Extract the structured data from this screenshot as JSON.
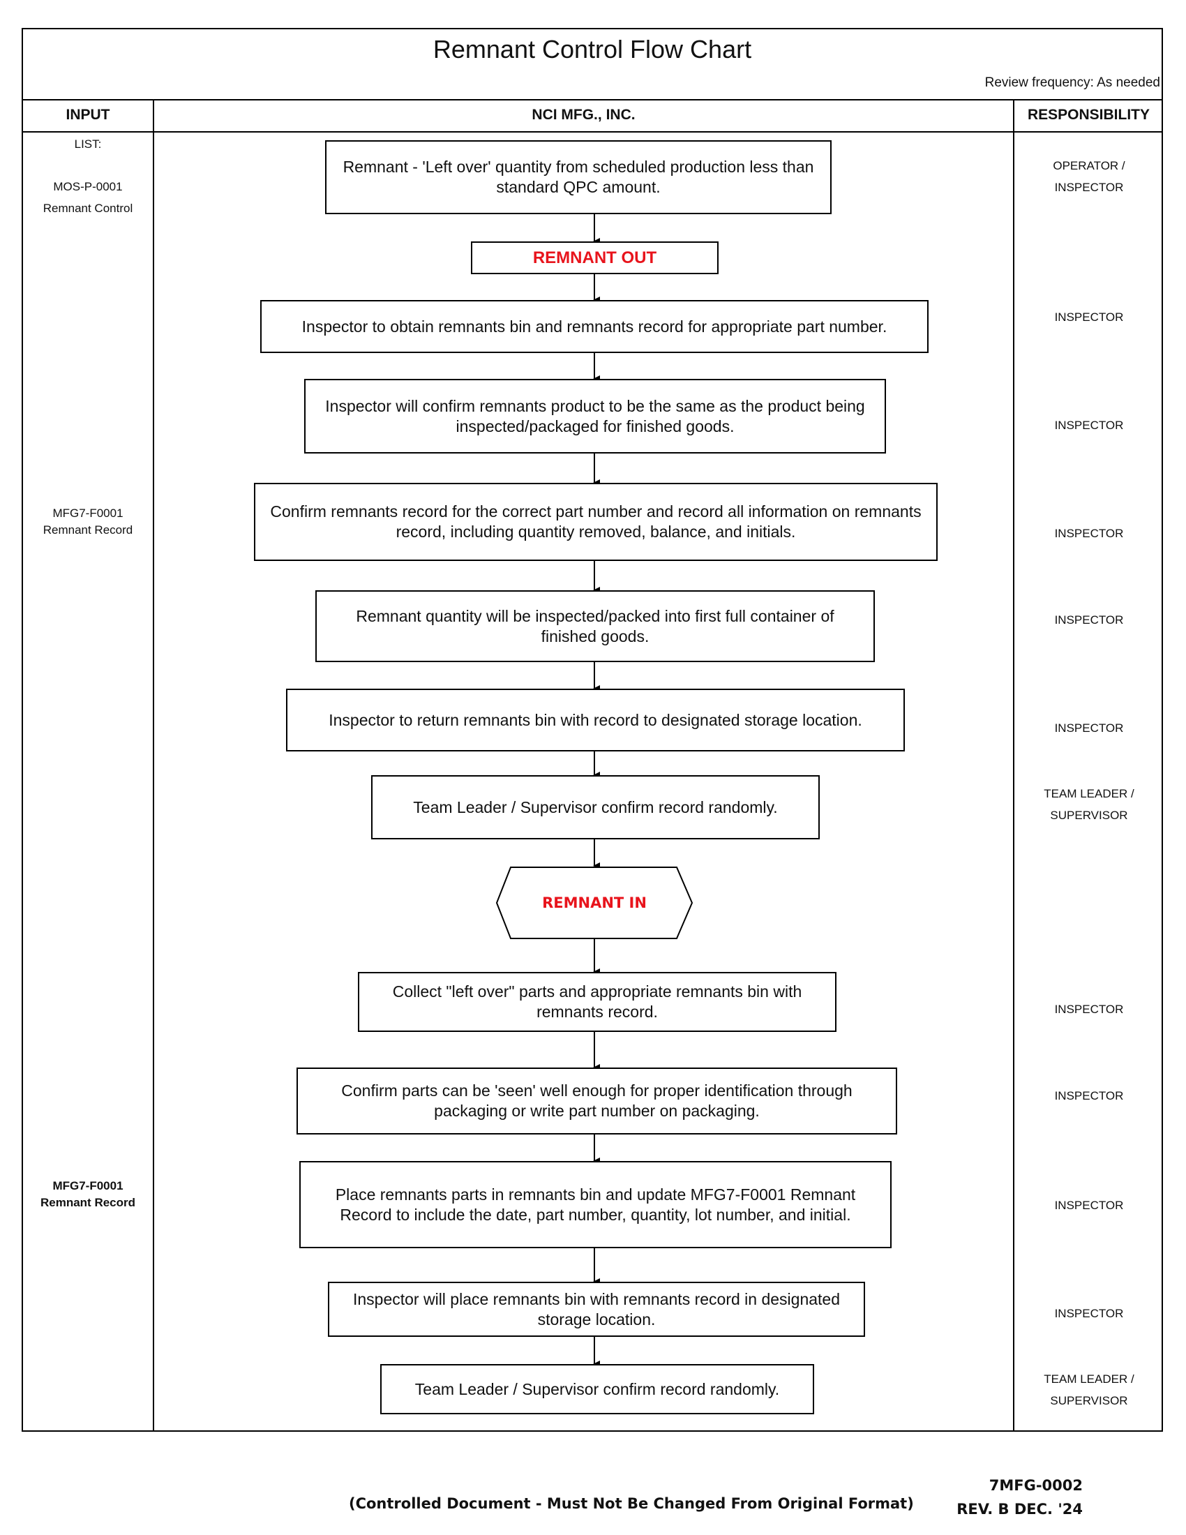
{
  "header": {
    "title": "Remnant Control Flow Chart",
    "review": "Review frequency: As needed",
    "col_input": "INPUT",
    "col_company": "NCI MFG., INC.",
    "col_responsibility": "RESPONSIBILITY"
  },
  "inputs": {
    "list_label": "LIST:",
    "ref1_code": "MOS-P-0001",
    "ref1_name": "Remnant Control",
    "ref2_code": "MFG7-F0001",
    "ref2_name": "Remnant Record",
    "ref3_code": "MFG7-F0001",
    "ref3_name": "Remnant Record"
  },
  "flow": {
    "definition": "Remnant - 'Left over' quantity from scheduled production less than standard QPC amount.",
    "remnant_out": "REMNANT OUT",
    "out_step1": "Inspector to obtain remnants bin and remnants record for appropriate part number.",
    "out_step2": "Inspector will confirm remnants product to be the same as the product being inspected/packaged for finished goods.",
    "out_step3": "Confirm remnants record for the correct part number and record all information on remnants record, including quantity removed, balance, and initials.",
    "out_step4": "Remnant quantity will be inspected/packed into first full container of finished goods.",
    "out_step5": "Inspector to return remnants bin with record to designated storage location.",
    "out_step6": "Team Leader / Supervisor confirm record randomly.",
    "remnant_in": "REMNANT IN",
    "in_step1": "Collect \"left over\" parts and appropriate remnants bin with remnants record.",
    "in_step2": "Confirm parts can be 'seen' well enough for proper identification through packaging or write part number on packaging.",
    "in_step3": "Place remnants parts in remnants bin and update MFG7-F0001 Remnant Record to include the date, part number, quantity, lot number, and initial.",
    "in_step4": "Inspector will place remnants bin with remnants record in designated storage location.",
    "in_step5": "Team Leader / Supervisor confirm record randomly."
  },
  "responsibility": {
    "r_definition_1": "OPERATOR /",
    "r_definition_2": "INSPECTOR",
    "r_out1": "INSPECTOR",
    "r_out2": "INSPECTOR",
    "r_out3": "INSPECTOR",
    "r_out4": "INSPECTOR",
    "r_out5": "INSPECTOR",
    "r_out6_1": "TEAM LEADER /",
    "r_out6_2": "SUPERVISOR",
    "r_in1": "INSPECTOR",
    "r_in2": "INSPECTOR",
    "r_in3": "INSPECTOR",
    "r_in4": "INSPECTOR",
    "r_in5_1": "TEAM LEADER /",
    "r_in5_2": "SUPERVISOR"
  },
  "footer": {
    "controlled": "(Controlled Document - Must Not Be Changed From Original Format)",
    "doc_number": "7MFG-0002",
    "revision": "REV. B DEC. '24"
  },
  "colors": {
    "accent_red": "#e8141c",
    "line": "#000000"
  }
}
